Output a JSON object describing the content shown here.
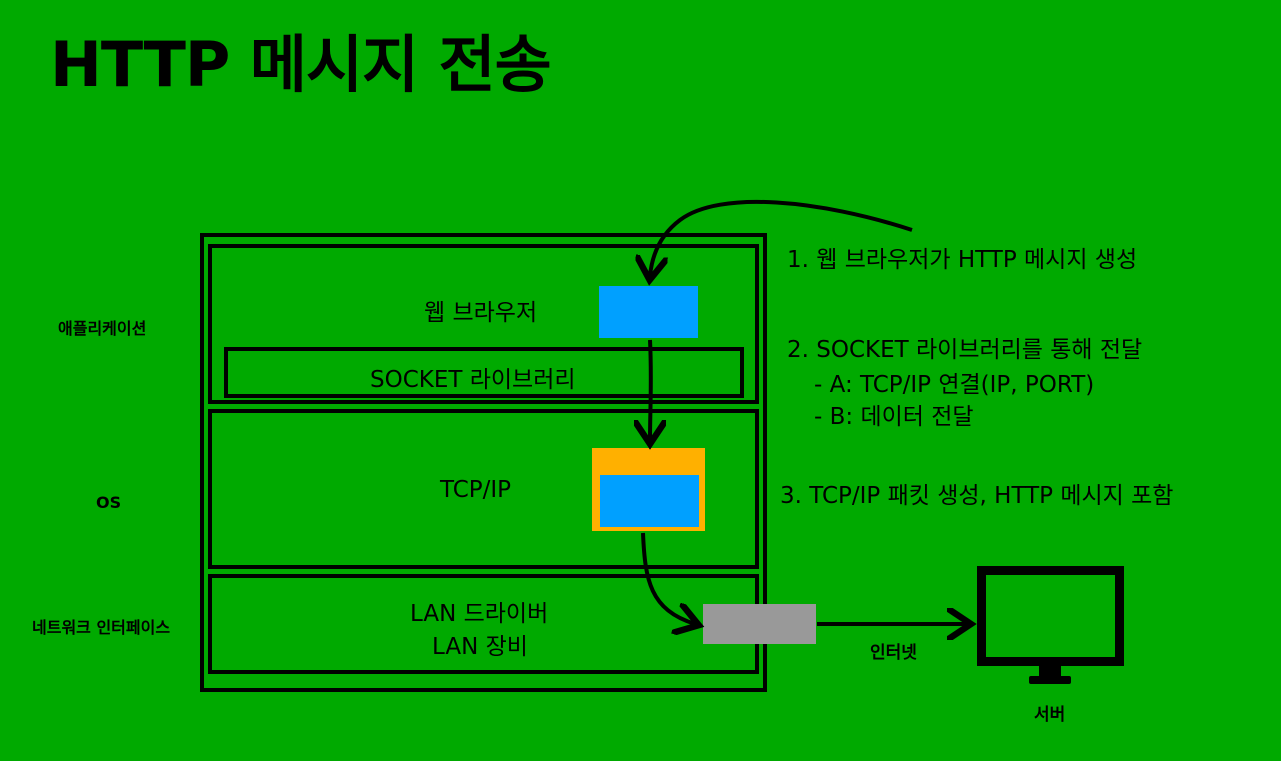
{
  "title": "HTTP 메시지 전송",
  "side_labels": {
    "application": "애플리케이션",
    "os": "OS",
    "network_interface": "네트워크 인터페이스"
  },
  "layers": {
    "browser": "웹 브라우저",
    "socket": "SOCKET 라이브러리",
    "tcpip": "TCP/IP",
    "lan_driver": "LAN 드라이버",
    "lan_device": "LAN 장비"
  },
  "steps": {
    "step1": "1. 웹 브라우저가 HTTP 메시지 생성",
    "step2": "2. SOCKET 라이브러리를 통해 전달",
    "step2a": "- A: TCP/IP 연결(IP, PORT)",
    "step2b": "- B: 데이터 전달",
    "step3": "3. TCP/IP 패킷 생성, HTTP 메시지 포함"
  },
  "internet_label": "인터넷",
  "server_label": "서버",
  "colors": {
    "background": "#00aa00",
    "message": "#00a0ff",
    "packet": "#ffb000",
    "lan_device": "#999999"
  }
}
